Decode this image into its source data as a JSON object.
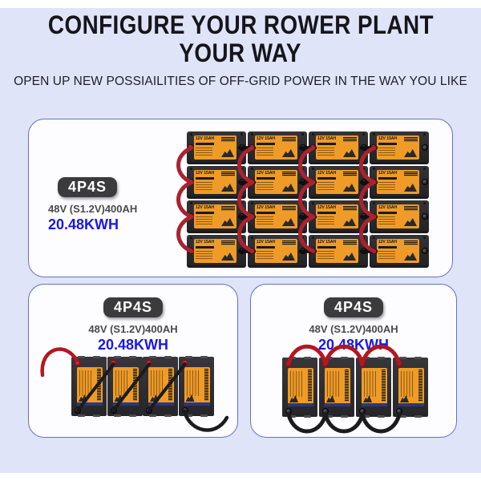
{
  "header": {
    "title_line1": "CONFIGURE YOUR ROWER PLANT",
    "title_line2": "YOUR WAY",
    "subtitle": "OPEN UP NEW POSSIAILITIES OF OFF-GRID POWER IN THE WAY YOU LIKE"
  },
  "battery": {
    "label": "12V 15AH"
  },
  "configs": [
    {
      "badge": "4P4S",
      "spec": "48V (S1.2V)400AH",
      "energy": "20.48KWH",
      "battery_count": 16,
      "arrangement": "4x4 grid, front view, red series cables"
    },
    {
      "badge": "4P4S",
      "spec": "48V (S1.2V)400AH",
      "energy": "20.48KWH",
      "battery_count": 4,
      "arrangement": "row, top view, diagonal black links, red lead left, black lead right"
    },
    {
      "badge": "4P4S",
      "spec": "48V (S1.2V)400AH",
      "energy": "20.48KWH",
      "battery_count": 4,
      "arrangement": "row, top view, red arcs on top terminals, black arcs on bottom terminals"
    }
  ],
  "colors": {
    "background_panel": "#dfe4f8",
    "card_border": "#6273c4",
    "badge_bg": "#3b3b3e",
    "spec_text": "#4a4a4c",
    "energy_text": "#1717ee",
    "battery_body": "#29292c",
    "battery_label_orange": "#ef9b28",
    "cable_red": "#a8232e",
    "cable_red_bright": "#b5161f",
    "cable_black": "#1b1b1e"
  }
}
